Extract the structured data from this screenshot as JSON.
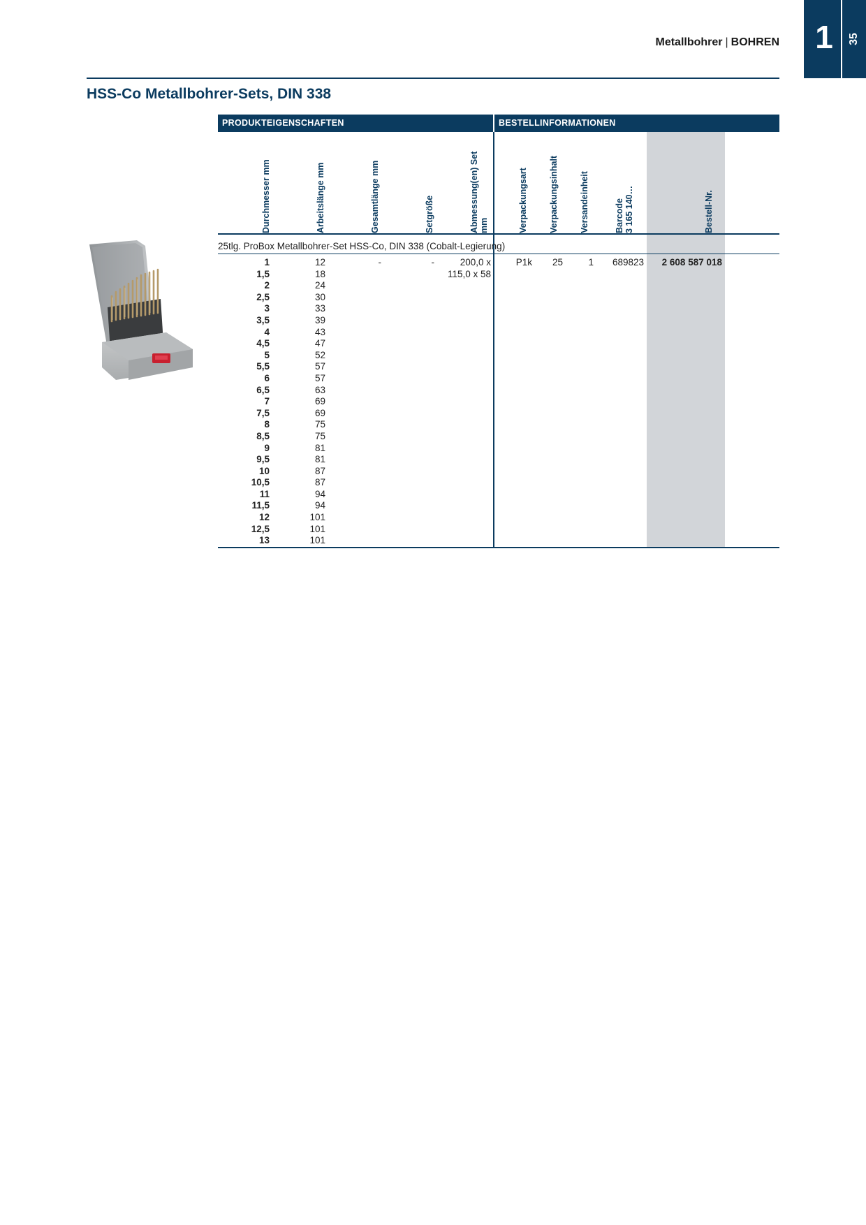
{
  "header": {
    "section": "Metallbohrer",
    "separator": "|",
    "chapter_name": "BOHREN",
    "chapter_number": "1",
    "page_number": "35"
  },
  "title": "HSS-Co Metallbohrer-Sets, DIN 338",
  "table": {
    "group_props": "PRODUKTEIGENSCHAFTEN",
    "group_order": "BESTELLINFORMATIONEN",
    "columns": {
      "durchmesser": "Durchmesser mm",
      "arbeitslaenge": "Arbeitslänge mm",
      "gesamtlaenge": "Gesamtlänge mm",
      "setgroesse": "Setgröße",
      "abmessung_1": "Abmessung(en) Set",
      "abmessung_2": "mm",
      "verpackungsart": "Verpackungsart",
      "verpackungsinhalt": "Verpackungsinhalt",
      "versandeinheit": "Versandeinheit",
      "barcode_1": "Barcode",
      "barcode_2": "3 165 140…",
      "bestellnr": "Bestell-Nr."
    },
    "set_caption": "25tlg. ProBox Metallbohrer-Set HSS-Co, DIN 338 (Cobalt-Legierung)",
    "set_row": {
      "gesamtlaenge": "-",
      "setgroesse": "-",
      "abmessung_line1": "200,0 x",
      "abmessung_line2": "115,0 x 58",
      "verpackungsart": "P1k",
      "verpackungsinhalt": "25",
      "versandeinheit": "1",
      "barcode": "689823",
      "bestellnr": "2 608 587 018"
    },
    "durchmesser": [
      "1",
      "1,5",
      "2",
      "2,5",
      "3",
      "3,5",
      "4",
      "4,5",
      "5",
      "5,5",
      "6",
      "6,5",
      "7",
      "7,5",
      "8",
      "8,5",
      "9",
      "9,5",
      "10",
      "10,5",
      "11",
      "11,5",
      "12",
      "12,5",
      "13"
    ],
    "arbeitslaenge": [
      "12",
      "18",
      "24",
      "30",
      "33",
      "39",
      "43",
      "47",
      "52",
      "57",
      "57",
      "63",
      "69",
      "69",
      "75",
      "75",
      "81",
      "81",
      "87",
      "87",
      "94",
      "94",
      "101",
      "101",
      "101"
    ]
  },
  "colors": {
    "primary": "#0b3b5f",
    "shade": "#d2d5d9"
  }
}
